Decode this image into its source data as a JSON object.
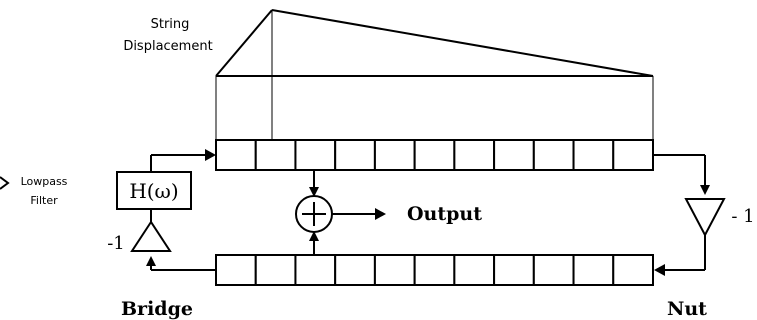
{
  "labels": {
    "string_displacement_line1": "String",
    "string_displacement_line2": "Displacement",
    "lowpass_line1": "Lowpass",
    "lowpass_line2": "Filter",
    "filter_symbol": "H(ω)",
    "gain_left": "-1",
    "gain_right": "- 1",
    "output": "Output",
    "bridge": "Bridge",
    "nut": "Nut"
  },
  "delay_lines": {
    "top_cells": 11,
    "bottom_cells": 11
  }
}
